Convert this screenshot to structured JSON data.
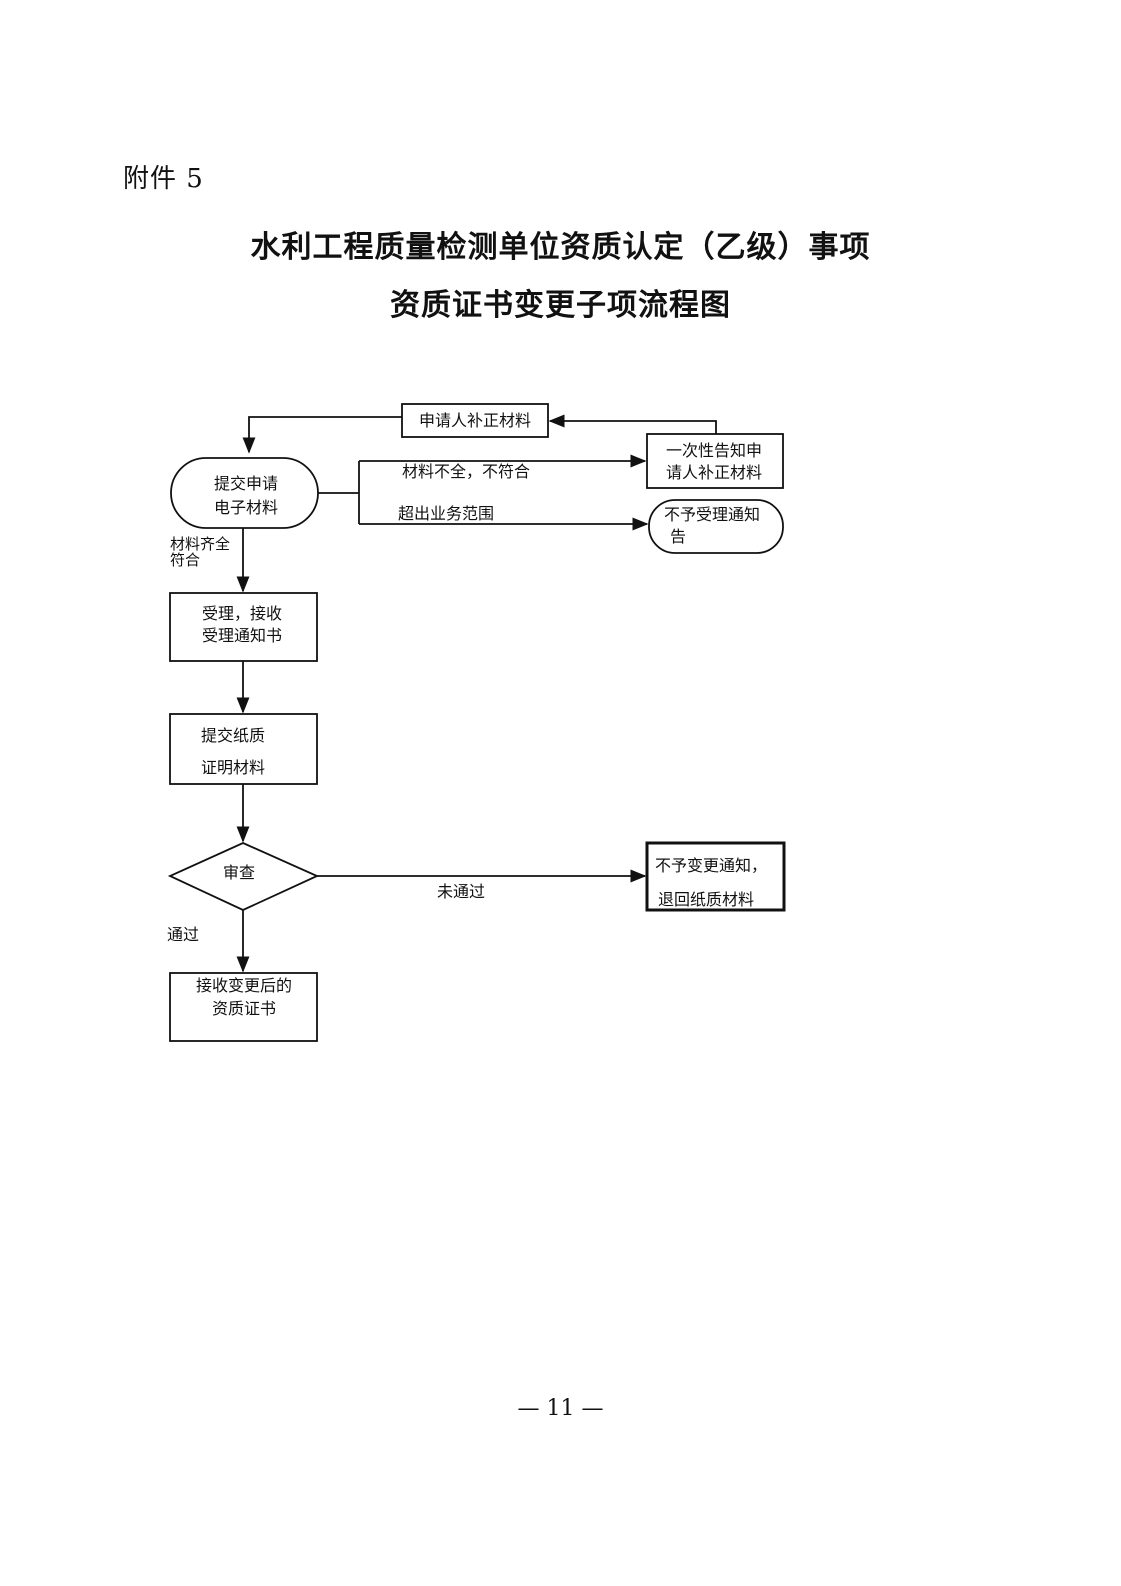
{
  "header": {
    "attachment_label": "附件 5"
  },
  "title": {
    "line1": "水利工程质量检测单位资质认定（乙级）事项",
    "line2": "资质证书变更子项流程图"
  },
  "nodes": {
    "supplement_materials": "申请人补正材料",
    "notify_line1": "一次性告知申",
    "notify_line2": "请人补正材料",
    "submit_line1": "提交申请",
    "submit_line2": "电子材料",
    "reject_line1": "不予受理通知",
    "reject_line2": "告",
    "accept_line1": "受理，接收",
    "accept_line2": "受理通知书",
    "paper_line1": "提交纸质",
    "paper_line2": "证明材料",
    "review": "审查",
    "denied_line1": "不予变更通知，",
    "denied_line2": "退回纸质材料",
    "receive_line1": "接收变更后的",
    "receive_line2": "资质证书"
  },
  "edges": {
    "incomplete": "材料不全，不符合",
    "out_of_scope": "超出业务范围",
    "complete_line1": "材料齐全",
    "complete_line2": "符合",
    "not_passed": "未通过",
    "passed": "通过"
  },
  "footer": {
    "page_number": "— 11 —"
  }
}
